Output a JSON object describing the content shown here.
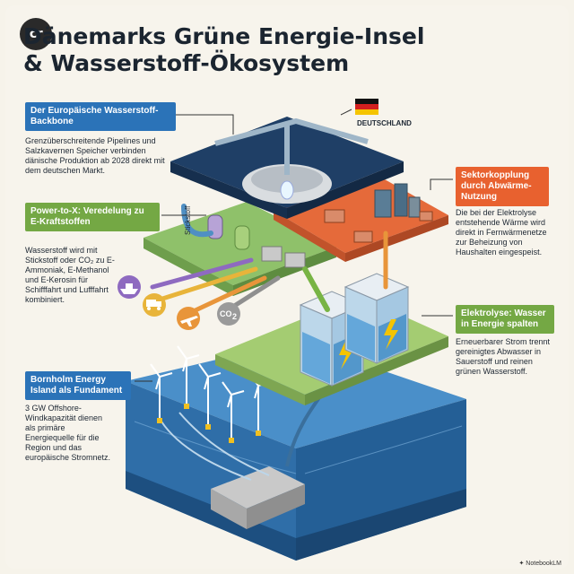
{
  "title": {
    "line1": "Dänemarks Grüne Energie-Insel",
    "line2": "& Wasserstoff-Ökosystem"
  },
  "badge": {
    "text": "cr",
    "icon": "cr-logo-badge"
  },
  "flag": {
    "label": "DEUTSCHLAND",
    "colors": [
      "#111111",
      "#d21f1f",
      "#f5c400"
    ]
  },
  "sections": {
    "backbone": {
      "header": "Der Europäische Wasserstoff-Backbone",
      "text": "Grenzüberschreitende Pipelines und Salzkavernen Speicher verbinden dänische Produktion ab 2028 direkt mit dem deutschen Markt.",
      "color": "#2b73b8"
    },
    "ptx": {
      "header": "Power-to-X: Veredelung zu E-Kraftstoffen",
      "text": "Wasserstoff wird mit Stickstoff oder CO₂ zu E-Ammoniak, E-Methanol und E-Kerosin für Schifffahrt und Lufffahrt kombiniert.",
      "color": "#74a844"
    },
    "sector": {
      "header": "Sektorkopplung durch Abwärme-Nutzung",
      "text": "Die bei der Elektrolyse entstehende Wärme wird direkt in Fernwärmenetze zur Beheizung von Haushalten eingespeist.",
      "color": "#e8612f"
    },
    "electrolysis": {
      "header": "Elektrolyse: Wasser in Energie spalten",
      "text": "Erneuerbarer Strom trennt gereinigtes Abwasser in Sauerstoff und reinen grünen Wasserstoff.",
      "color": "#74a844"
    },
    "bornholm": {
      "header": "Bornholm Energy Island als Fundament",
      "text": "3 GW Offshore-Windkapazität dienen als primäre Energiequelle für die Region und das europäische Stromnetz.",
      "color": "#2b73b8"
    }
  },
  "diagram": {
    "stickstoff_label": "Stickstoff",
    "co2_label": "CO",
    "co2_sub": "2",
    "icons": [
      "ship-icon",
      "truck-icon",
      "airplane-icon",
      "co2-icon"
    ],
    "layer_colors": {
      "blue": "#1f3f66",
      "orange": "#e8612f",
      "green_upper": "#7fb25a",
      "green_lower": "#9cc46a",
      "sea": "#3a7bb8"
    }
  },
  "footer": "NotebookLM"
}
